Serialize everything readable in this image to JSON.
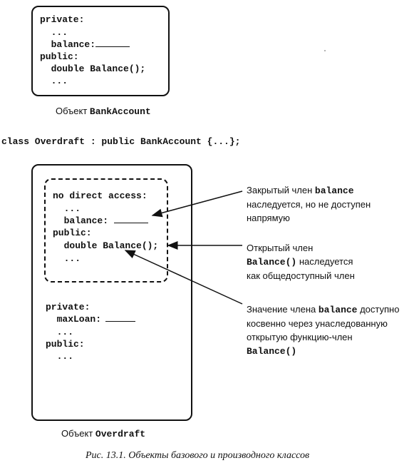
{
  "base_object": {
    "code_lines": [
      "private:",
      "  ...",
      "  balance:",
      "public:",
      "  double Balance();",
      "  ..."
    ],
    "caption_prefix": "Объект ",
    "caption_class": "BankAccount"
  },
  "class_declaration": "class Overdraft : public BankAccount {...};",
  "derived_object": {
    "inherited_lines": [
      "no direct access:",
      "  ...",
      "  balance:",
      "public:",
      "  double Balance();",
      "  ..."
    ],
    "own_lines": [
      "private:",
      "  maxLoan:",
      "  ...",
      "public:",
      "  ..."
    ],
    "caption_prefix": "Объект ",
    "caption_class": "Overdraft"
  },
  "annotations": {
    "private_member": {
      "pre": "Закрытый член ",
      "code": "balance",
      "line2": "наследуется, но не доступен",
      "line3": "напрямую"
    },
    "public_member": {
      "line1": "Открытый член",
      "code": "Balance()",
      "post": " наследуется",
      "line3": "как общедоступный член"
    },
    "indirect_access": {
      "pre": "Значение члена ",
      "code": "balance",
      "post": " доступно",
      "line2": "косвенно через унаследованную",
      "line3": "открытую функцию-член",
      "code2": "Balance()"
    }
  },
  "figure_caption": "Рис. 13.1. Объекты базового и производного классов"
}
